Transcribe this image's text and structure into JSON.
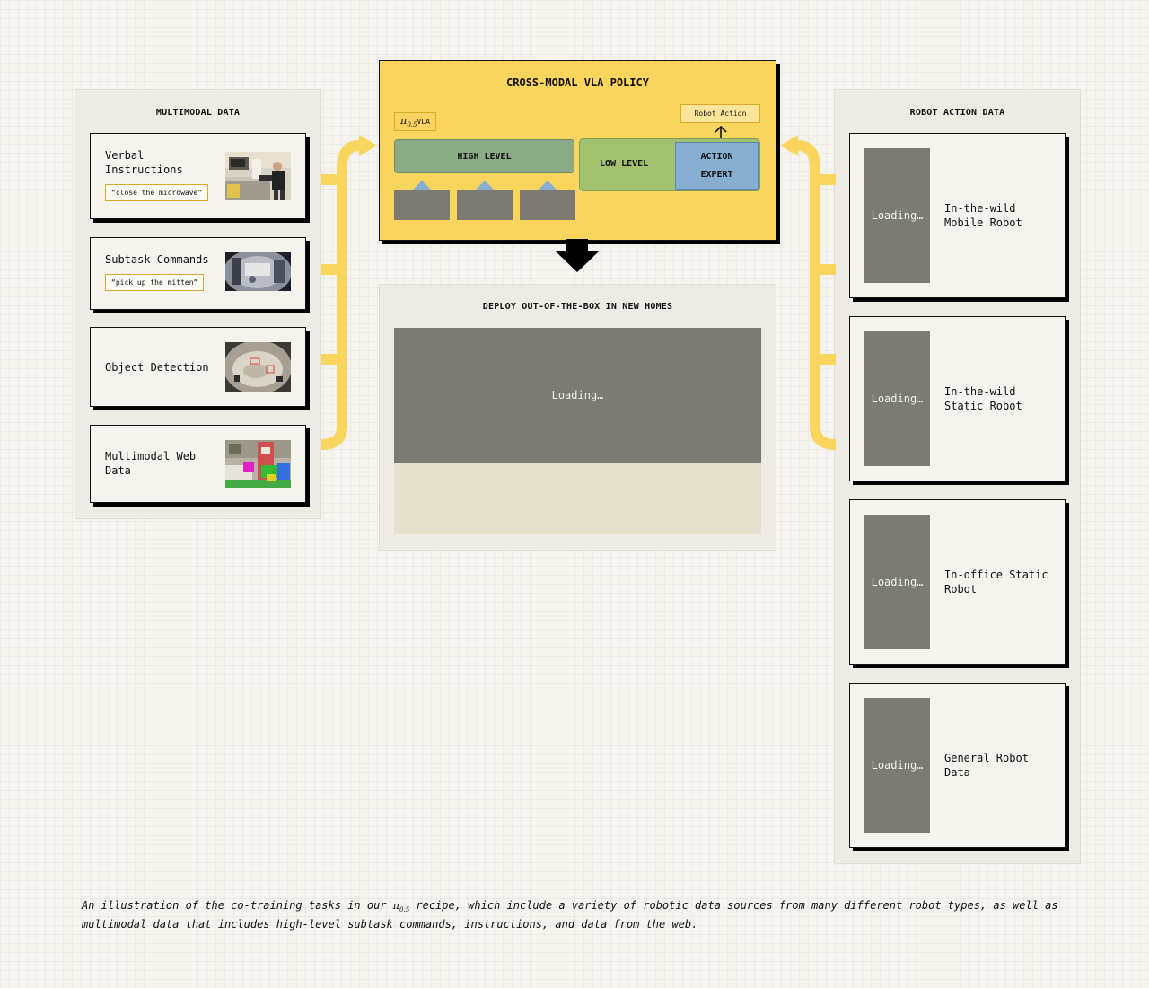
{
  "left_panel": {
    "title": "MULTIMODAL DATA",
    "cards": [
      {
        "label": "Verbal Instructions",
        "quote": "“close the microwave”",
        "thumb_icon": "kitchen-photo"
      },
      {
        "label": "Subtask Commands",
        "quote": "“pick up the mitten”",
        "thumb_icon": "fisheye-room-photo"
      },
      {
        "label": "Object Detection",
        "thumb_icon": "fisheye-detection-photo"
      },
      {
        "label": "Multimodal Web Data",
        "thumb_icon": "segmented-room-photo"
      }
    ]
  },
  "policy": {
    "title": "CROSS-MODAL VLA POLICY",
    "vla_prefix": "π",
    "vla_subscript": "0.5",
    "vla_suffix": " VLA",
    "robot_action": "Robot Action",
    "high_level": "HIGH LEVEL",
    "low_level": "LOW LEVEL",
    "action_expert_line1": "ACTION",
    "action_expert_line2": "EXPERT"
  },
  "deploy": {
    "title": "DEPLOY OUT-OF-THE-BOX IN NEW HOMES",
    "loading": "Loading…"
  },
  "right_panel": {
    "title": "ROBOT ACTION DATA",
    "cards": [
      {
        "label": "In-the-wild Mobile Robot",
        "loading": "Loading…"
      },
      {
        "label": "In-the-wild Static Robot",
        "loading": "Loading…"
      },
      {
        "label": "In-office Static Robot",
        "loading": "Loading…"
      },
      {
        "label": "General Robot Data",
        "loading": "Loading…"
      }
    ]
  },
  "caption": {
    "before": "An illustration of the co-training tasks in our ",
    "pi": "π",
    "pi_sub": "0.5",
    "after": " recipe, which include a variety of robotic data sources from many different robot types, as well as multimodal data that includes high-level subtask commands, instructions, and data from the web."
  },
  "colors": {
    "policy_yellow": "#fad55e",
    "high_level_green": "#8aab86",
    "low_level_green": "#a1c16e",
    "action_expert_blue": "#85aed1",
    "loading_gray": "#7b7b74",
    "flow_arrow_yellow": "#fad55e"
  }
}
